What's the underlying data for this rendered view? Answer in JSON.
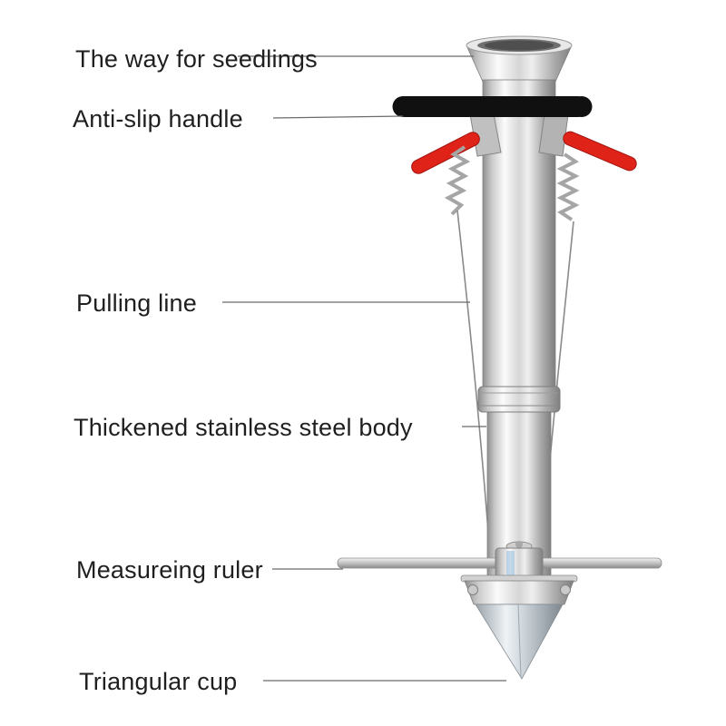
{
  "figure": {
    "type": "labeled-product-diagram",
    "subject": "Stainless steel seedling transplanter tool with callout labels"
  },
  "labels": [
    {
      "id": "way-for-seedlings",
      "text": "The way for seedlings"
    },
    {
      "id": "anti-slip-handle",
      "text": "Anti-slip handle"
    },
    {
      "id": "pulling-line",
      "text": "Pulling line"
    },
    {
      "id": "steel-body",
      "text": "Thickened stainless steel body"
    },
    {
      "id": "measuring-ruler",
      "text": "Measureing ruler"
    },
    {
      "id": "triangular-cup",
      "text": "Triangular cup"
    }
  ],
  "colors": {
    "background": "#ffffff",
    "label_text": "#1f1f1f",
    "callout_line": "#6b6b6b",
    "handle_black": "#101010",
    "lever_red": "#e02318",
    "steel_light": "#f4f4f4",
    "steel_dark": "#8a8a8a",
    "cone_blue_tint": "#7fb2d9"
  }
}
